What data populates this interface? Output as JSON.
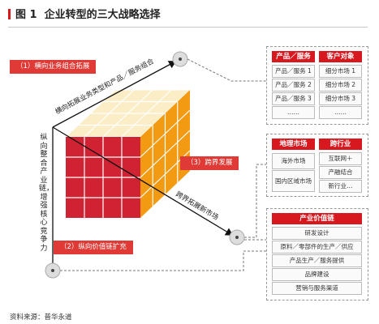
{
  "title": {
    "figure_no": "图 1",
    "text": "企业转型的三大战略选择"
  },
  "strategies": {
    "horizontal": {
      "tag": "（1）横向业务组合拓展",
      "arrow_label": "横向拓展业务类型和产品／服务组合"
    },
    "cross": {
      "tag": "（3）跨界发展",
      "arrow_label": "跨界拓展新市场"
    },
    "vertical": {
      "tag": "（2）纵向价值链扩充",
      "side_label": "纵向整合产业链，增强核心竞争力"
    }
  },
  "panel_products": {
    "col1_header": "产品／服务",
    "col2_header": "客户对象",
    "col1": [
      "产品／服务 1",
      "产品／服务 2",
      "产品／服务 3",
      "……"
    ],
    "col2": [
      "细分市场 1",
      "细分市场 2",
      "细分市场 3",
      "……"
    ]
  },
  "panel_cross": {
    "col1_header": "地理市场",
    "col2_header": "跨行业",
    "col1": [
      "海外市场",
      "国内区域市场"
    ],
    "col2": [
      "互联网＋",
      "产融结合",
      "新行业…"
    ]
  },
  "panel_chain": {
    "header": "产业价值链",
    "items": [
      "研发设计",
      "原料／零部件的生产／供应",
      "产品生产／服务提供",
      "品牌建设",
      "营销与服务渠道"
    ]
  },
  "source": "资料来源：普华永道",
  "colors": {
    "red": "#d7181f",
    "front": "#cf2233",
    "side": "#f29a12",
    "top": "#fbedc6"
  }
}
